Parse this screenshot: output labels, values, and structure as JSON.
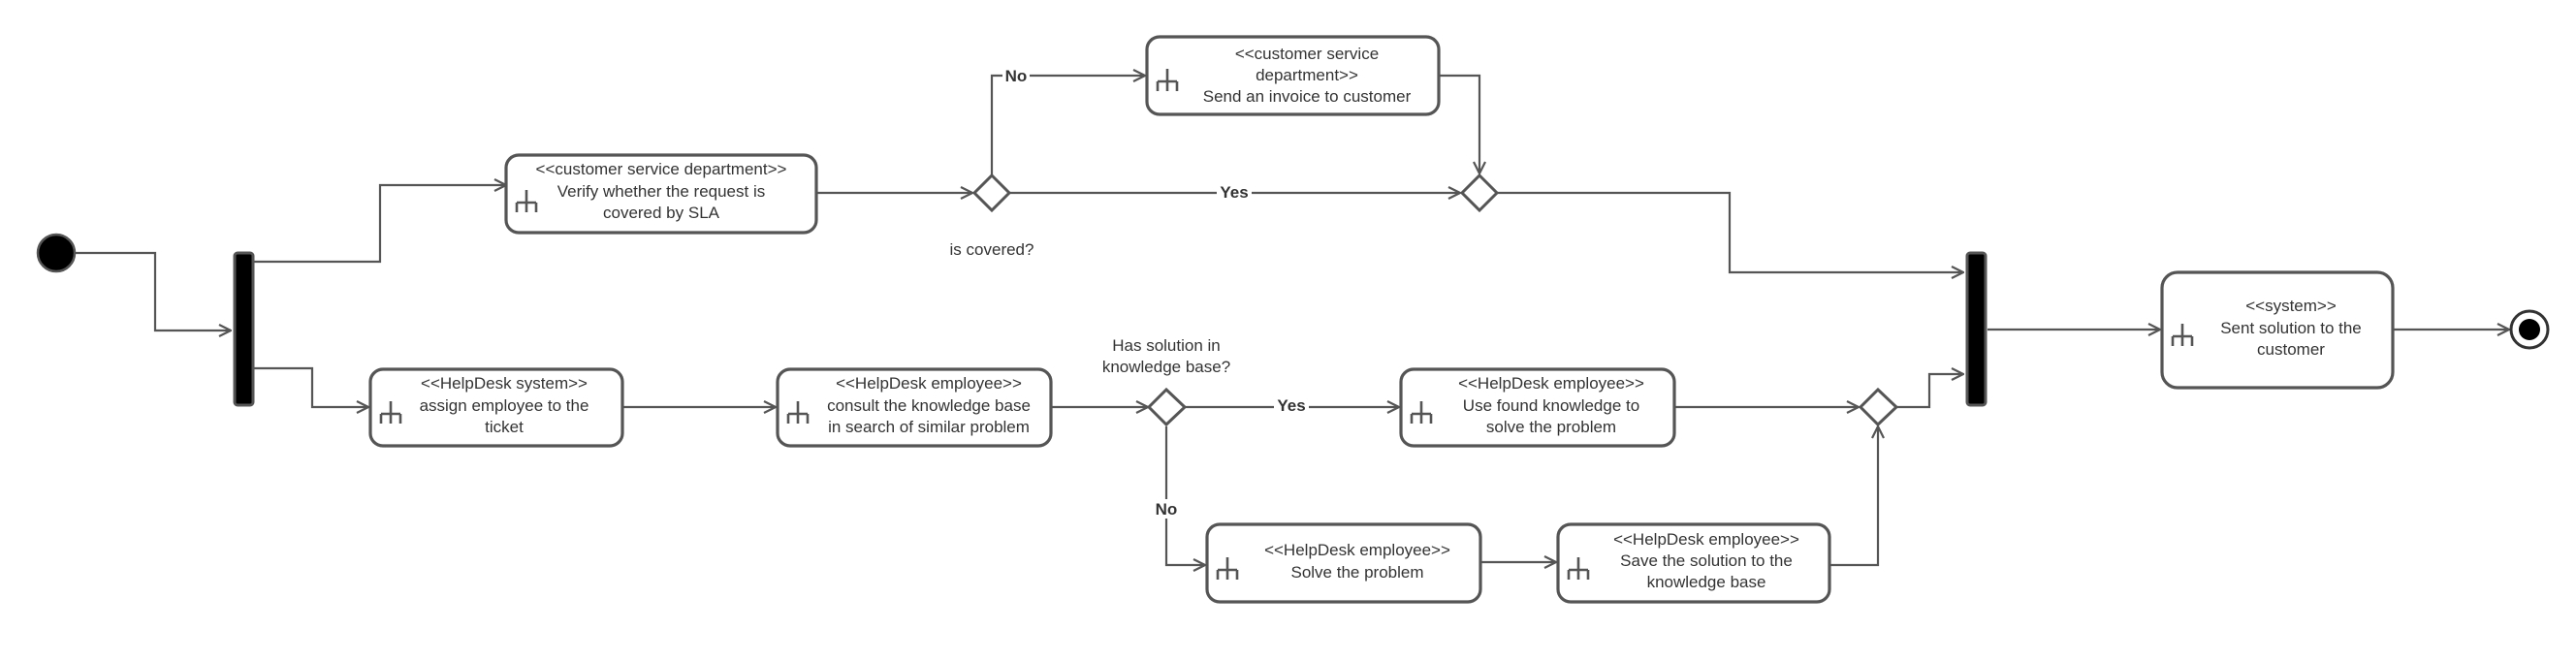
{
  "actions": {
    "verify_sla": {
      "stereotype": "<<customer service department>>",
      "line1": "Verify whether the request is",
      "line2": "covered by SLA"
    },
    "send_invoice": {
      "stereotype1": "<<customer service",
      "stereotype2": "department>>",
      "line1": "Send an invoice to customer"
    },
    "assign_employee": {
      "stereotype": "<<HelpDesk system>>",
      "line1": "assign employee to the",
      "line2": "ticket"
    },
    "consult_kb": {
      "stereotype": "<<HelpDesk employee>>",
      "line1": "consult the knowledge base",
      "line2": "in search of similar problem"
    },
    "use_found": {
      "stereotype": "<<HelpDesk employee>>",
      "line1": "Use found knowledge to",
      "line2": "solve the problem"
    },
    "solve_problem": {
      "stereotype": "<<HelpDesk employee>>",
      "line1": "Solve the problem"
    },
    "save_solution": {
      "stereotype": "<<HelpDesk employee>>",
      "line1": "Save the solution to the",
      "line2": "knowledge base"
    },
    "sent_solution": {
      "stereotype": "<<system>>",
      "line1": "Sent solution to the",
      "line2": "customer"
    }
  },
  "decisions": {
    "is_covered": {
      "label": "is covered?"
    },
    "has_solution": {
      "line1": "Has solution in",
      "line2": "knowledge base?"
    }
  },
  "edges": {
    "covered_no": "No",
    "covered_yes": "Yes",
    "solution_yes": "Yes",
    "solution_no": "No"
  },
  "icons": {
    "action": "call-behavior-rake-icon",
    "start": "initial-node-icon",
    "end": "final-node-icon"
  },
  "colors": {
    "stroke": "#555555",
    "text": "#333333",
    "node_fill": "#000000",
    "background": "#ffffff"
  }
}
